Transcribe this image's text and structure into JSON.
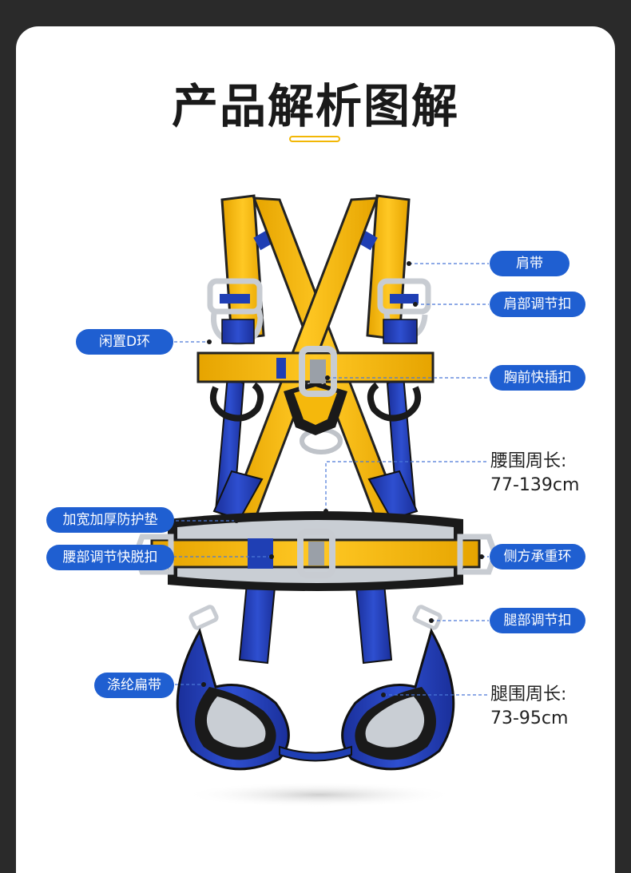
{
  "page": {
    "title": "产品解析图解",
    "accent_color": "#f2b705",
    "label_color": "#1f5fd1"
  },
  "labels": {
    "left": [
      {
        "id": "d_ring",
        "text": "闲置D环"
      },
      {
        "id": "pad",
        "text": "加宽加厚防护垫"
      },
      {
        "id": "waist_buckle",
        "text": "腰部调节快脱扣"
      },
      {
        "id": "polyester_strap",
        "text": "涤纶扁带"
      }
    ],
    "right": [
      {
        "id": "shoulder_strap",
        "text": "肩带"
      },
      {
        "id": "shoulder_buckle",
        "text": "肩部调节扣"
      },
      {
        "id": "chest_buckle",
        "text": "胸前快插扣"
      },
      {
        "id": "side_ring",
        "text": "侧方承重环"
      },
      {
        "id": "leg_buckle",
        "text": "腿部调节扣"
      }
    ]
  },
  "measurements": {
    "waist": {
      "label": "腰围周长:",
      "value": "77-139cm"
    },
    "leg": {
      "label": "腿围周长:",
      "value": "73-95cm"
    }
  },
  "image": {
    "subject": "full-body safety harness",
    "colors": {
      "yellow": "#f5b80c",
      "blue": "#1f3fb4",
      "black": "#1a1a1a",
      "metal": "#c8ccd2"
    }
  }
}
